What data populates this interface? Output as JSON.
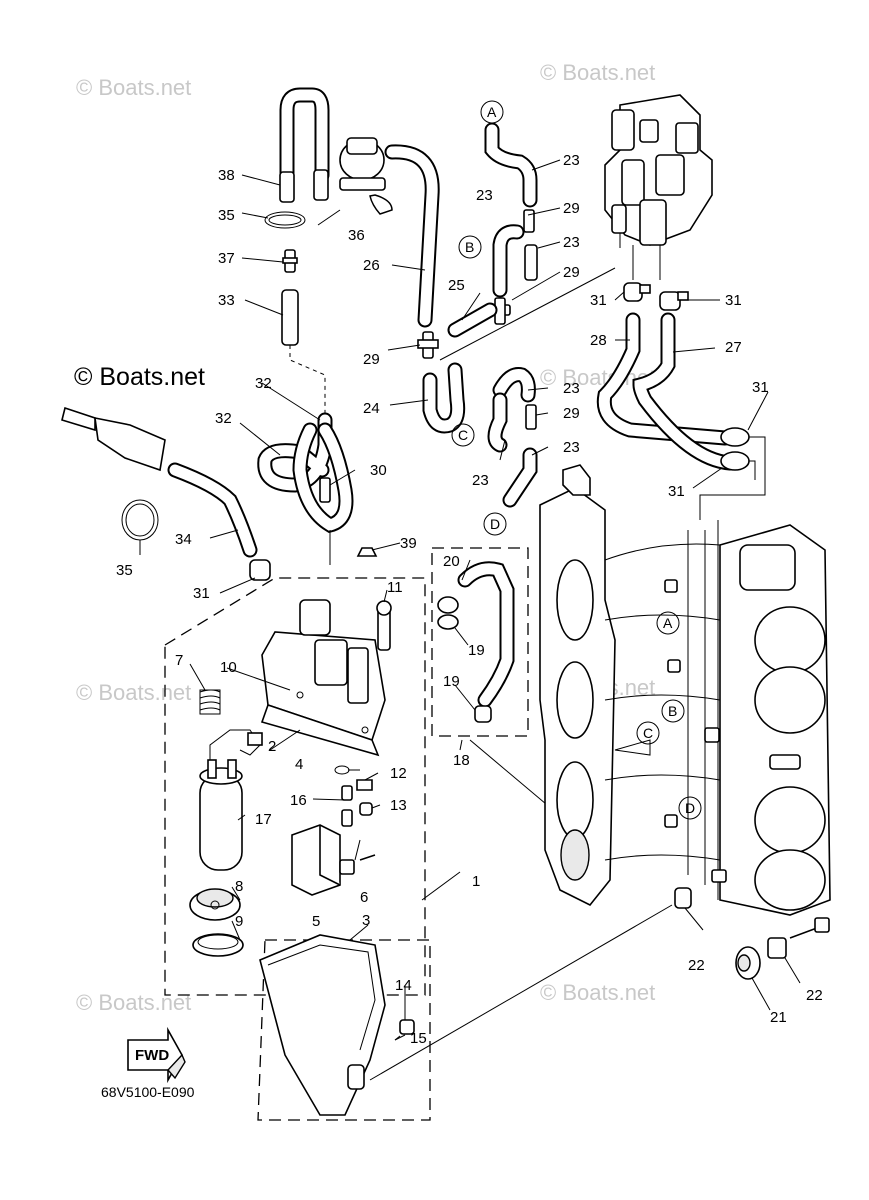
{
  "watermarks": [
    "© Boats.net",
    "© Boats.net",
    "© Boats.net",
    "© Boats.net",
    "© Boats.net",
    "© Boats.net",
    "© Boats.net",
    "© Boats.net",
    "© Boats.net"
  ],
  "brand_mark": "© Boats.net",
  "diagram_code": "68V5100-E090",
  "fwd_label": "FWD",
  "connector_labels": {
    "a": "A",
    "b": "B",
    "c": "C",
    "d": "D"
  },
  "callouts": {
    "c1": "1",
    "c2": "2",
    "c3": "3",
    "c4": "4",
    "c5": "5",
    "c6": "6",
    "c7": "7",
    "c8": "8",
    "c9": "9",
    "c10": "10",
    "c11": "11",
    "c12": "12",
    "c13": "13",
    "c14": "14",
    "c15": "15",
    "c16": "16",
    "c17": "17",
    "c18": "18",
    "c19a": "19",
    "c19b": "19",
    "c20": "20",
    "c21": "21",
    "c22a": "22",
    "c22b": "22",
    "c23a": "23",
    "c23b": "23",
    "c23c": "23",
    "c23d": "23",
    "c23e": "23",
    "c23f": "23",
    "c24": "24",
    "c25": "25",
    "c26": "26",
    "c27": "27",
    "c28": "28",
    "c29a": "29",
    "c29b": "29",
    "c29c": "29",
    "c29d": "29",
    "c30": "30",
    "c31a": "31",
    "c31b": "31",
    "c31c": "31",
    "c31d": "31",
    "c31e": "31",
    "c32a": "32",
    "c32b": "32",
    "c33": "33",
    "c34": "34",
    "c35a": "35",
    "c35b": "35",
    "c36": "36",
    "c37": "37",
    "c38": "38",
    "c39": "39"
  }
}
